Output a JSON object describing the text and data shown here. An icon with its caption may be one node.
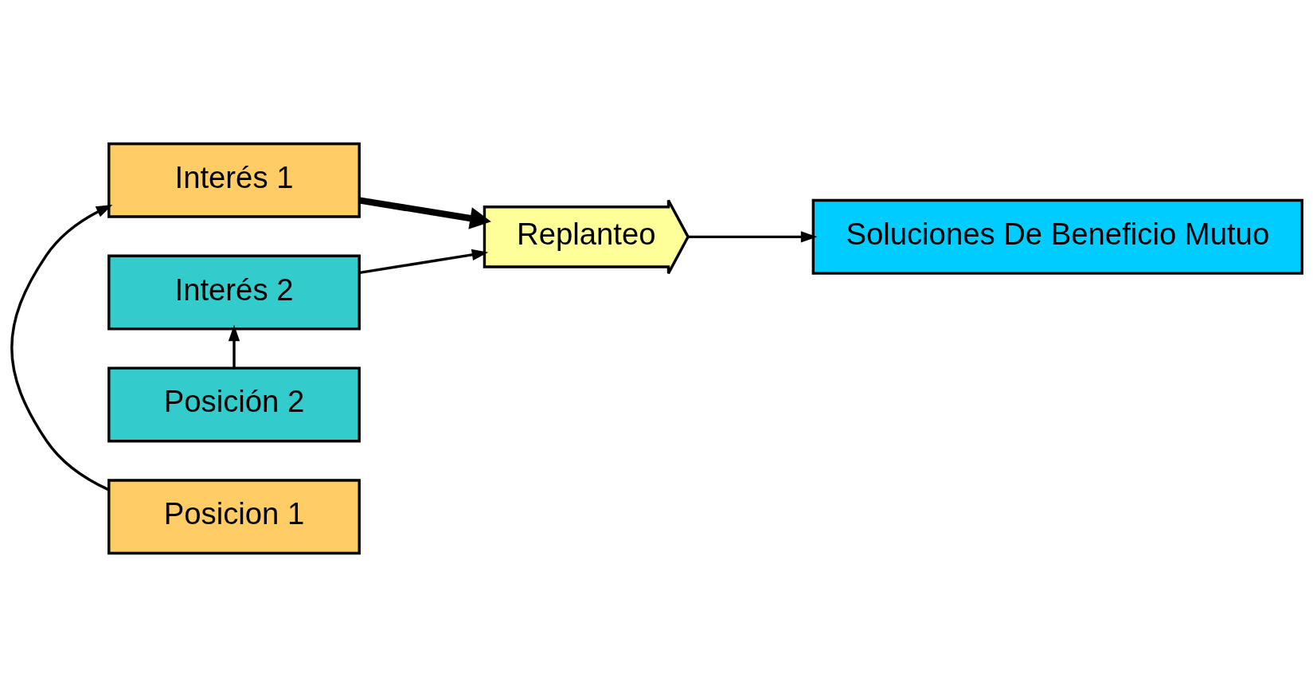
{
  "diagram": {
    "nodes": [
      {
        "text": [
          "Interés 1"
        ]
      },
      {
        "text": [
          "Posicion 1"
        ]
      },
      {
        "text": [
          "Posición 2"
        ]
      },
      {
        "text": [
          "Interés 2"
        ]
      },
      {
        "text": [
          "Replanteo"
        ]
      },
      {
        "text": [
          "Soluciones De Beneficio Mutuo"
        ]
      }
    ],
    "edges": [
      {
        "from": 0,
        "to": 4,
        "arrow": "to",
        "style": "thick"
      },
      {
        "from": 3,
        "to": 4,
        "arrow": "to"
      },
      {
        "from": 1,
        "to": 0,
        "arrow": "to"
      },
      {
        "from": 2,
        "to": 3,
        "arrow": "to"
      },
      {
        "from": 4,
        "to": 5,
        "arrow": "to"
      }
    ]
  }
}
